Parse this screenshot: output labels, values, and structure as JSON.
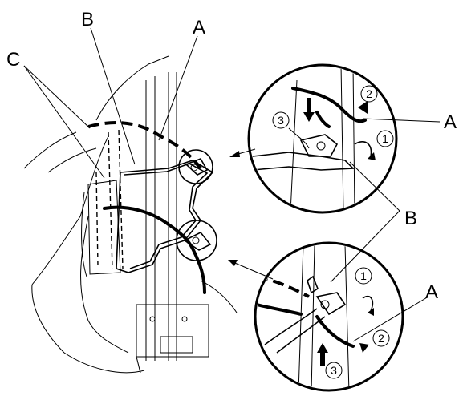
{
  "labels": {
    "a_main": "A",
    "b_main": "B",
    "c_main": "C",
    "a_top_detail": "A",
    "b_detail": "B",
    "a_bottom_detail": "A"
  },
  "steps": {
    "top": [
      "1",
      "2",
      "3"
    ],
    "bottom": [
      "1",
      "2",
      "3"
    ]
  }
}
